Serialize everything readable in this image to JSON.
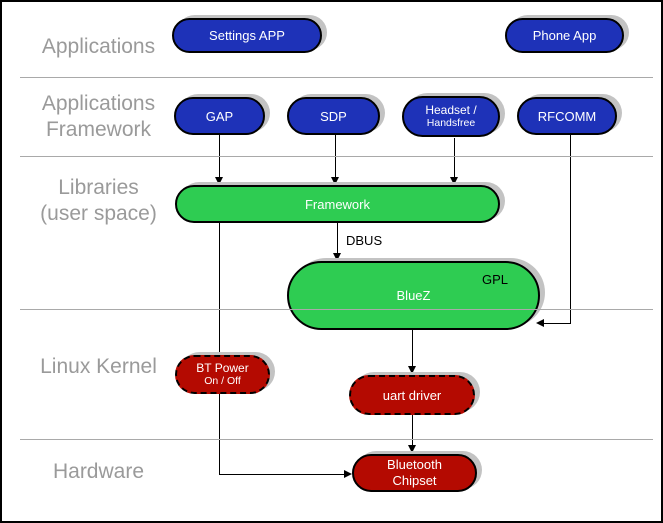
{
  "layers": [
    {
      "name": "applications",
      "lines": [
        "Applications"
      ]
    },
    {
      "name": "applications-framework",
      "lines": [
        "Applications",
        "Framework"
      ]
    },
    {
      "name": "libraries-user-space",
      "lines": [
        "Libraries",
        "(user space)"
      ]
    },
    {
      "name": "linux-kernel",
      "lines": [
        "Linux Kernel"
      ]
    },
    {
      "name": "hardware",
      "lines": [
        "Hardware"
      ]
    }
  ],
  "nodes": {
    "settings_app": {
      "label": "Settings APP"
    },
    "phone_app": {
      "label": "Phone App"
    },
    "gap": {
      "label": "GAP"
    },
    "sdp": {
      "label": "SDP"
    },
    "headset": {
      "line1": "Headset /",
      "line2": "Handsfree"
    },
    "rfcomm": {
      "label": "RFCOMM"
    },
    "framework": {
      "label": "Framework"
    },
    "bluez": {
      "label": "BlueZ",
      "badge": "GPL"
    },
    "bt_power": {
      "line1": "BT Power",
      "line2": "On / Off"
    },
    "uart_driver": {
      "label": "uart driver"
    },
    "bt_chipset": {
      "line1": "Bluetooth",
      "line2": "Chipset"
    }
  },
  "edges": {
    "dbus_label": "DBUS"
  },
  "colors": {
    "app_blue": "#1e32b8",
    "lib_green": "#2ecc52",
    "kernel_red": "#b40a01",
    "layer_label_gray": "#9a9a9a",
    "divider_gray": "#a9a9a9",
    "shadow_gray": "#c3c3c3",
    "line_black": "#000000"
  }
}
